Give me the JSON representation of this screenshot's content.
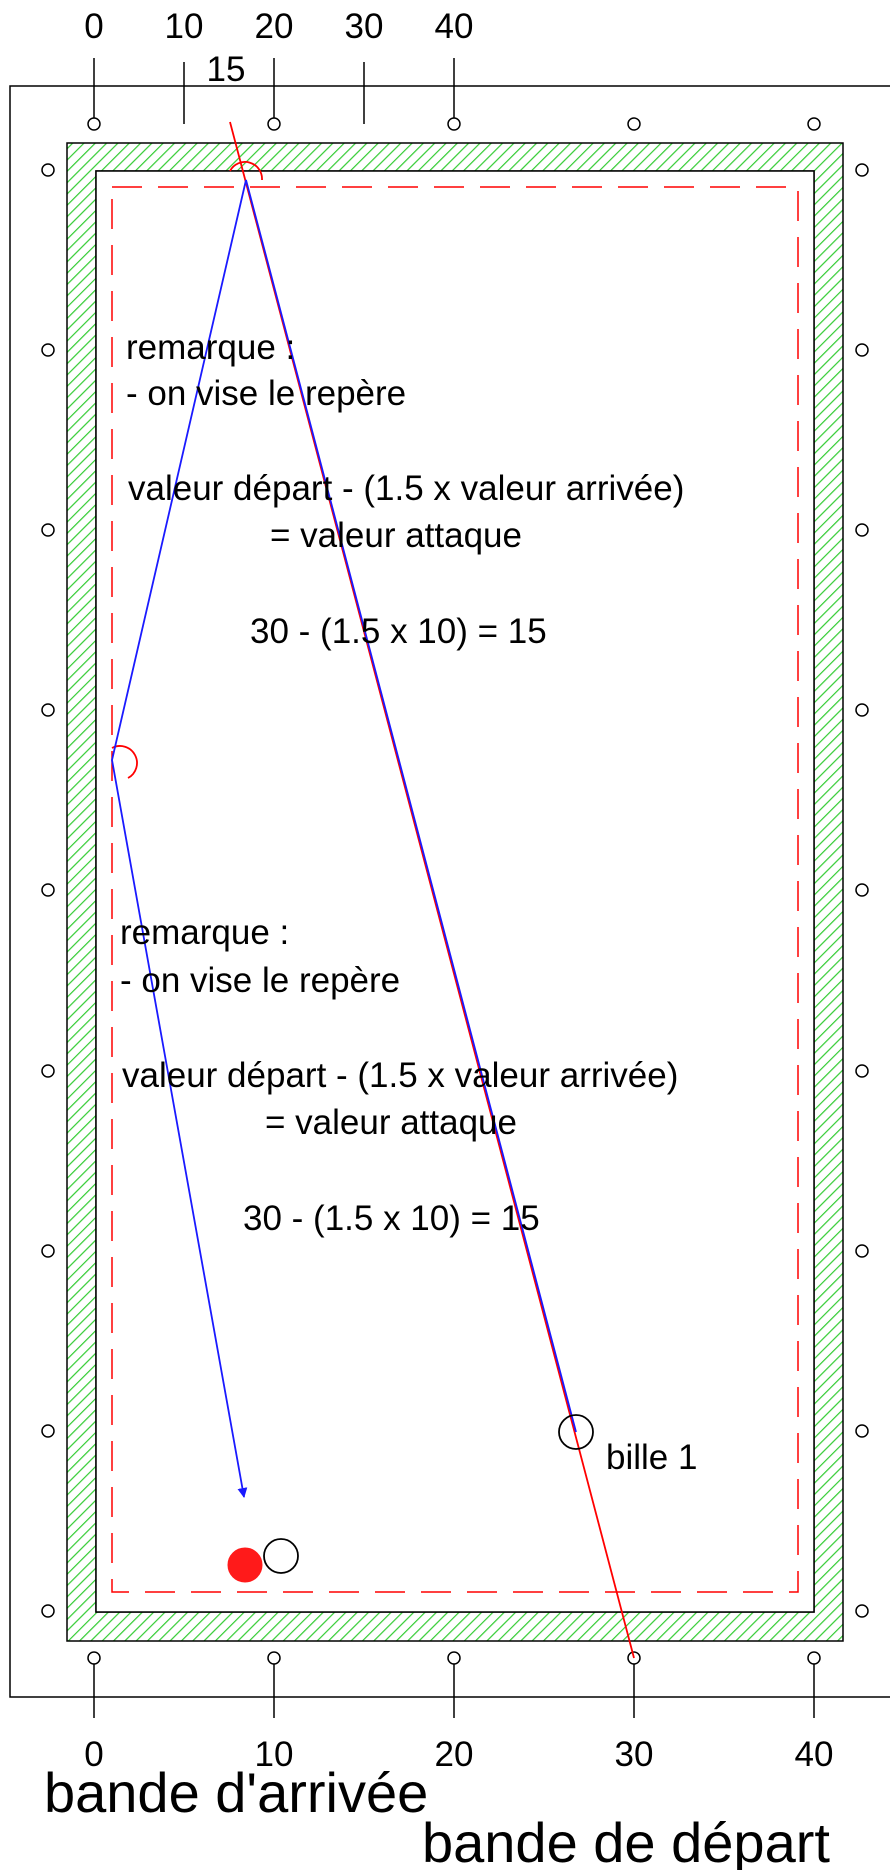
{
  "top_scale": {
    "ticks": [
      "0",
      "10",
      "20",
      "30",
      "40"
    ],
    "aim_value": "15"
  },
  "bottom_scale": {
    "ticks": [
      "0",
      "10",
      "20",
      "30",
      "40"
    ]
  },
  "notes": [
    {
      "title": "remarque :",
      "line1": "- on vise le repère",
      "formula1": "valeur départ - (1.5 x valeur arrivée)",
      "formula2": "= valeur attaque",
      "example": "30 - (1.5 x 10) = 15"
    },
    {
      "title": "remarque :",
      "line1": "- on vise le repère",
      "formula1": "valeur départ - (1.5 x valeur arrivée)",
      "formula2": "= valeur attaque",
      "example": "30 - (1.5 x 10) = 15"
    }
  ],
  "ball_label": "bille 1",
  "band_arrival": "bande d'arrivée",
  "band_departure": "bande de départ",
  "colors": {
    "cushion_hatch": "#33cc33",
    "path": "#1a1aff",
    "aim_line": "#ff0000",
    "red_ball": "#ff1a1a"
  }
}
